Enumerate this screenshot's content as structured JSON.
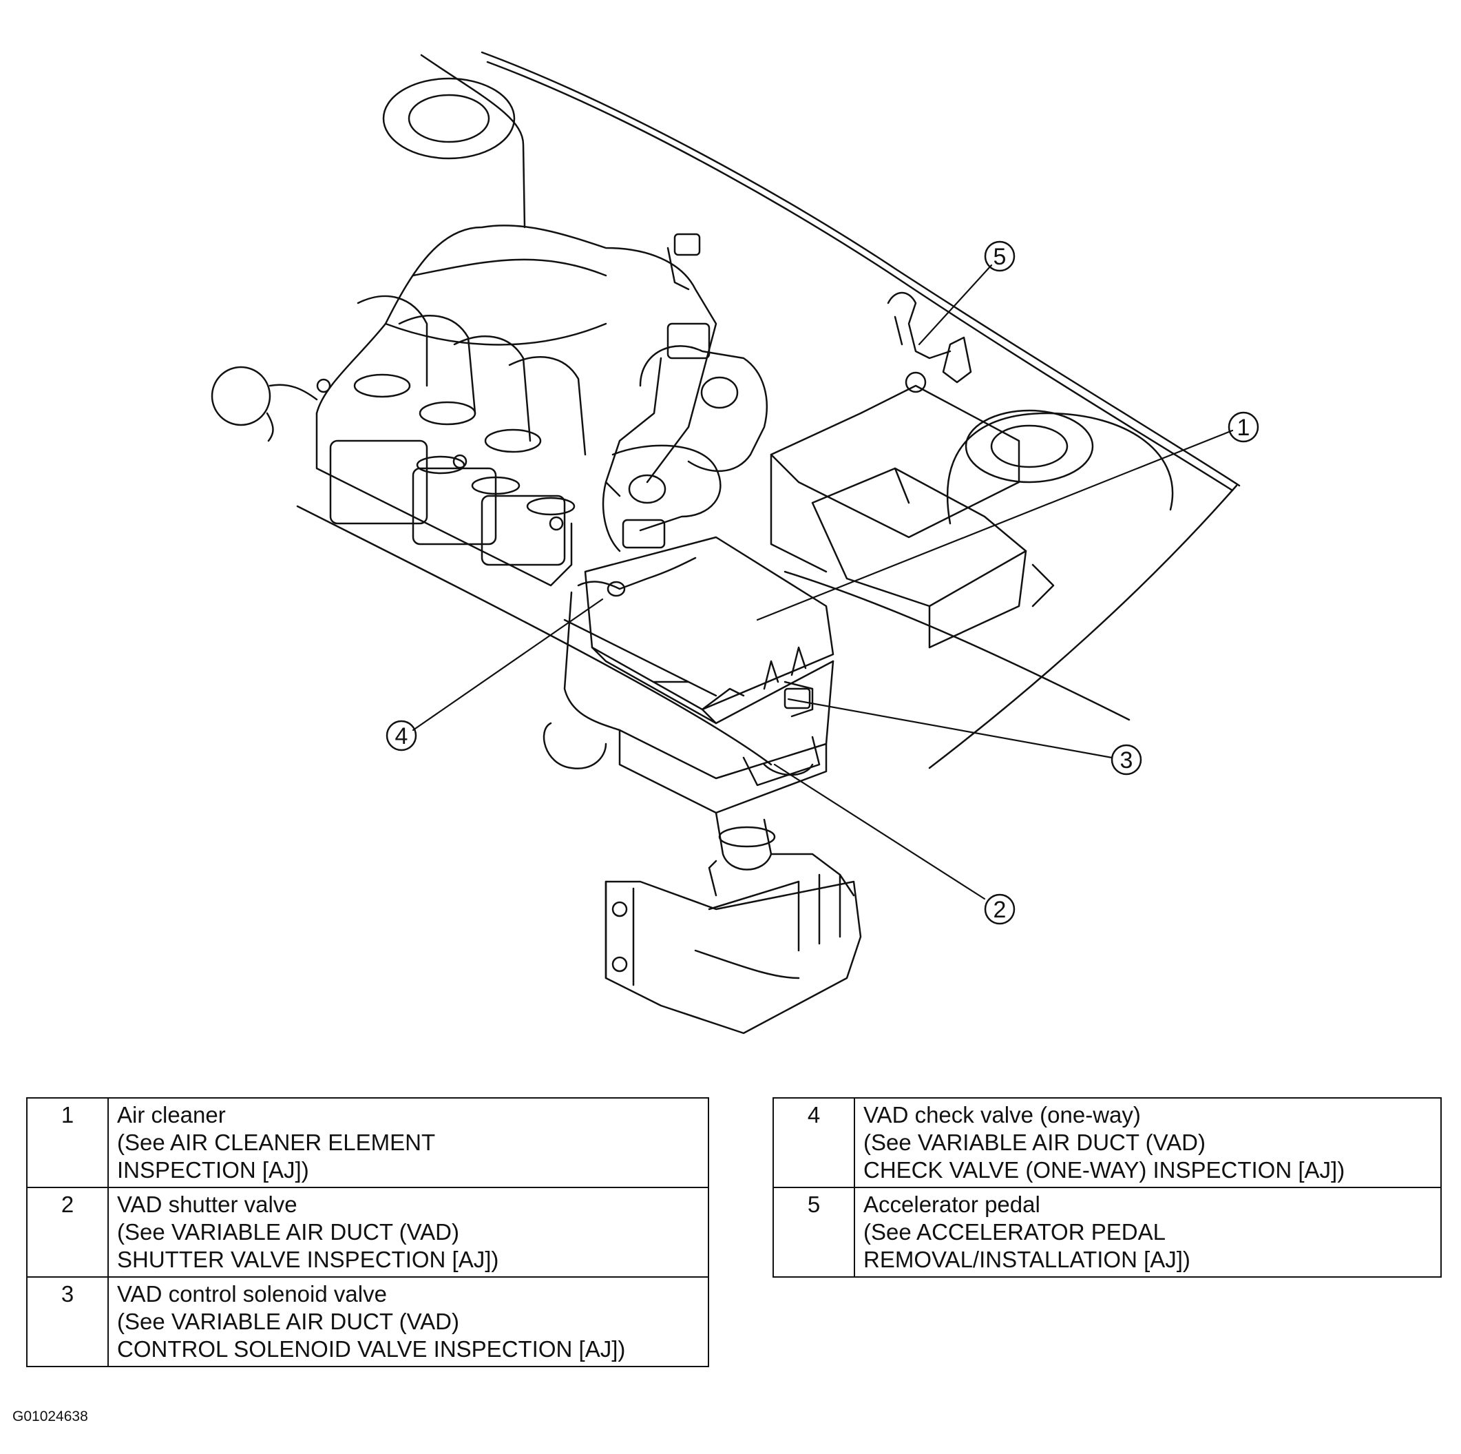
{
  "diagram": {
    "callouts": [
      "1",
      "2",
      "3",
      "4",
      "5"
    ]
  },
  "table_left": [
    {
      "num": "1",
      "lines": [
        "Air cleaner",
        "(See AIR CLEANER ELEMENT",
        "INSPECTION [AJ])"
      ]
    },
    {
      "num": "2",
      "lines": [
        "VAD shutter valve",
        "(See VARIABLE AIR DUCT (VAD)",
        "SHUTTER VALVE INSPECTION [AJ])"
      ]
    },
    {
      "num": "3",
      "lines": [
        "VAD control solenoid valve",
        "(See VARIABLE AIR DUCT (VAD)",
        "CONTROL SOLENOID VALVE INSPECTION [AJ])"
      ]
    }
  ],
  "table_right": [
    {
      "num": "4",
      "lines": [
        "VAD check valve (one-way)",
        "(See VARIABLE AIR DUCT (VAD)",
        "CHECK VALVE (ONE-WAY) INSPECTION [AJ])"
      ]
    },
    {
      "num": "5",
      "lines": [
        "Accelerator pedal",
        "(See ACCELERATOR PEDAL",
        "REMOVAL/INSTALLATION [AJ])"
      ]
    }
  ],
  "figure_id": "G01024638"
}
